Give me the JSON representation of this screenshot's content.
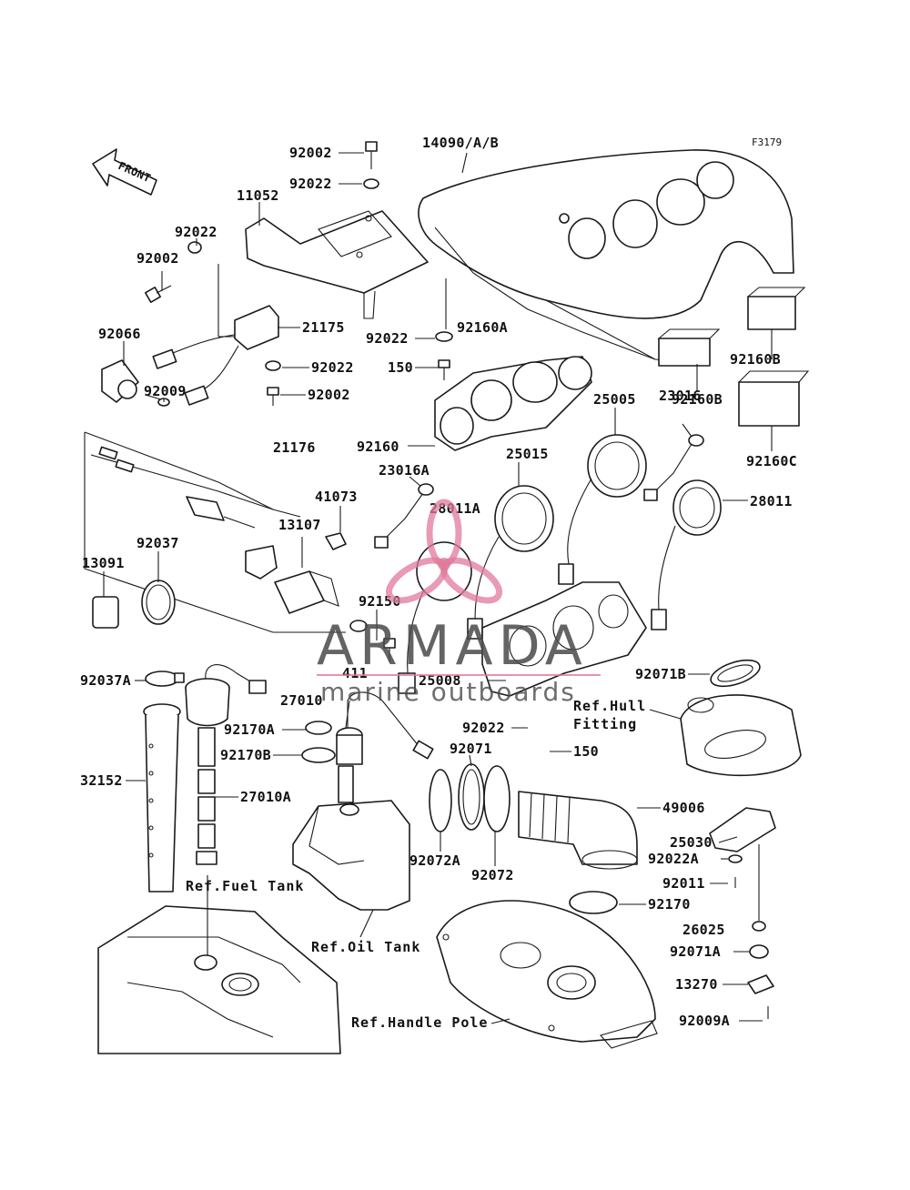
{
  "figure_id": "F3179",
  "front_arrow_label": "FRONT",
  "watermark": {
    "brand": "ARMADA",
    "tagline": "marine outboards",
    "accent_color": "#e07a9a",
    "text_color": "#4a4a4a"
  },
  "part_numbers": {
    "p92002_top": "92002",
    "p14090": "14090/A/B",
    "p92022_top": "92022",
    "p11052": "11052",
    "p92022_left": "92022",
    "p92002_left": "92002",
    "p21175": "21175",
    "p92066": "92066",
    "p92022_mid": "92022",
    "p92009": "92009",
    "p92002_mid": "92002",
    "p92022_dash": "92022",
    "p92160A": "92160A",
    "p150_top": "150",
    "p92160B_top": "92160B",
    "p92160B_mid": "92160B",
    "p92160C": "92160C",
    "p25005": "25005",
    "p23016": "23016",
    "p92160": "92160",
    "p25015": "25015",
    "p21176": "21176",
    "p23016A": "23016A",
    "p41073": "41073",
    "p28011A": "28011A",
    "p28011": "28011",
    "p13107": "13107",
    "p92037": "92037",
    "p13091": "13091",
    "p92150": "92150",
    "p411": "411",
    "p92037A": "92037A",
    "p25008": "25008",
    "p92071B": "92071B",
    "p27010": "27010",
    "p92170A": "92170A",
    "p92022_low": "92022",
    "p32152": "32152",
    "p92170B": "92170B",
    "p92071": "92071",
    "p150_low": "150",
    "p27010A": "27010A",
    "p49006": "49006",
    "p25030": "25030",
    "p92072A": "92072A",
    "p92022A": "92022A",
    "p92072": "92072",
    "p92011": "92011",
    "p92170": "92170",
    "p26025": "26025",
    "p92071A": "92071A",
    "p13270": "13270",
    "p92009A": "92009A"
  },
  "references": {
    "hull_line1": "Ref.Hull",
    "hull_line2": "Fitting",
    "fuel_tank": "Ref.Fuel Tank",
    "oil_tank": "Ref.Oil Tank",
    "handle_pole": "Ref.Handle Pole"
  }
}
